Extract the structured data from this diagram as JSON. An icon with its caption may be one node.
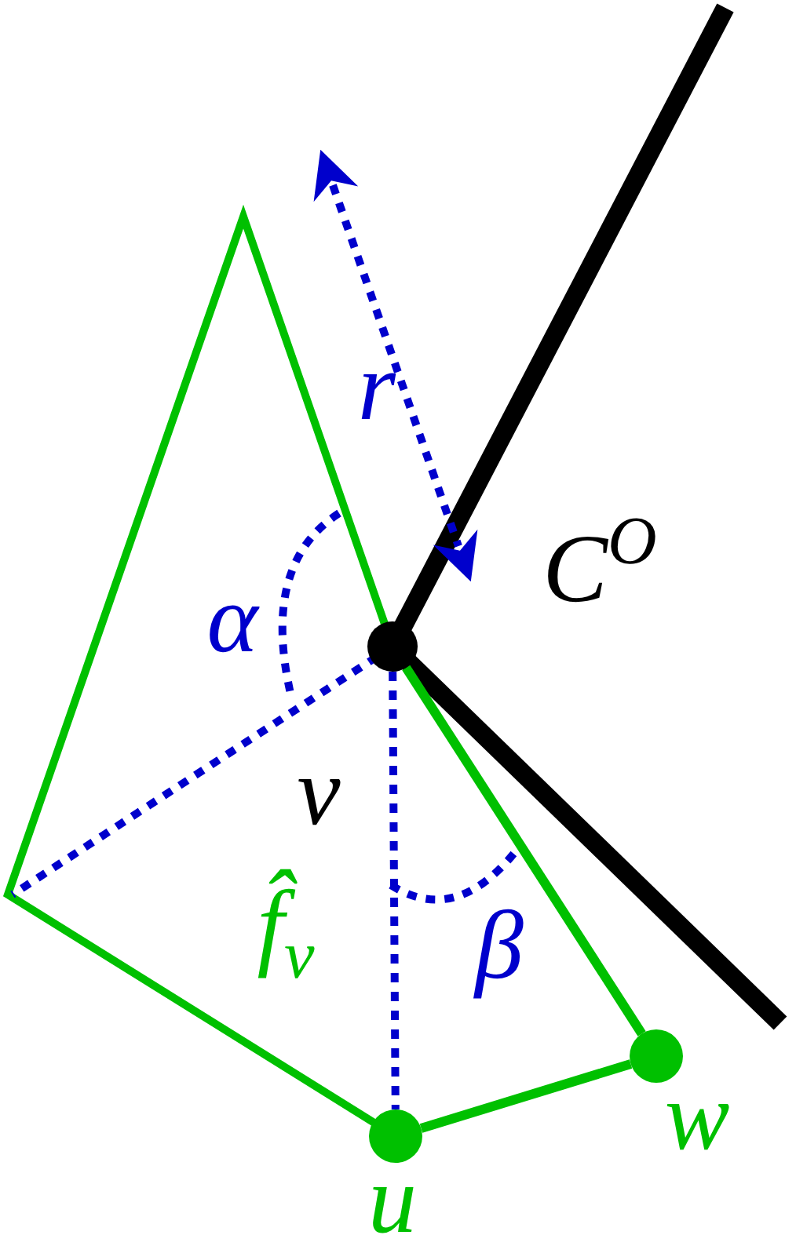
{
  "diagram": {
    "nodes": [
      {
        "text": [],
        "shape": "circle",
        "beside": [
          "v"
        ]
      },
      {
        "text": [],
        "shape": "circle",
        "beside": [
          "u"
        ]
      },
      {
        "text": [],
        "shape": "circle",
        "beside": [
          "w"
        ]
      }
    ],
    "edges": [
      {
        "from": 0,
        "to": 1,
        "arrow": "none",
        "style": "dashed",
        "color": "#0000cc"
      },
      {
        "from": 1,
        "to": 2,
        "arrow": "none",
        "color": "#00c000"
      },
      {
        "from": 2,
        "to": 0,
        "arrow": "none",
        "color": "#00c000"
      }
    ],
    "labels": [
      "r",
      "C$^{O}$",
      "α",
      "f̂$_{v}$",
      "β"
    ]
  }
}
